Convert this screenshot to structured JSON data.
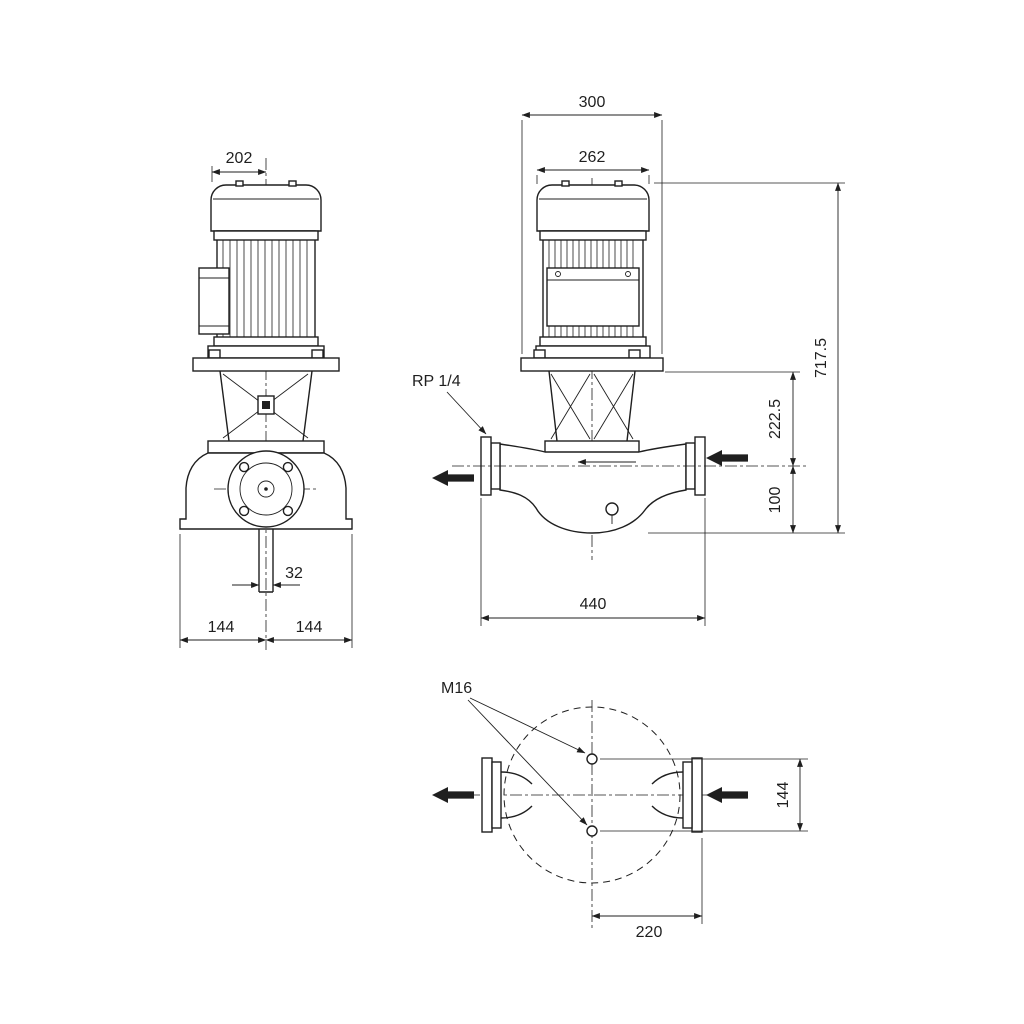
{
  "front_view": {
    "dims": {
      "motor_to_center": "202",
      "port_bore": "32",
      "base_left": "144",
      "base_right": "144"
    }
  },
  "side_view": {
    "dims": {
      "stool_width": "300",
      "motor_width": "262",
      "overall_height": "717.5",
      "flange_to_port": "222.5",
      "port_to_base": "100",
      "flange_to_flange": "440"
    },
    "labels": {
      "gauge_port": "RP 1/4"
    }
  },
  "plan_view": {
    "dims": {
      "bolt_spacing": "144",
      "center_to_flange_face": "220"
    },
    "labels": {
      "bolt_size": "M16"
    }
  }
}
